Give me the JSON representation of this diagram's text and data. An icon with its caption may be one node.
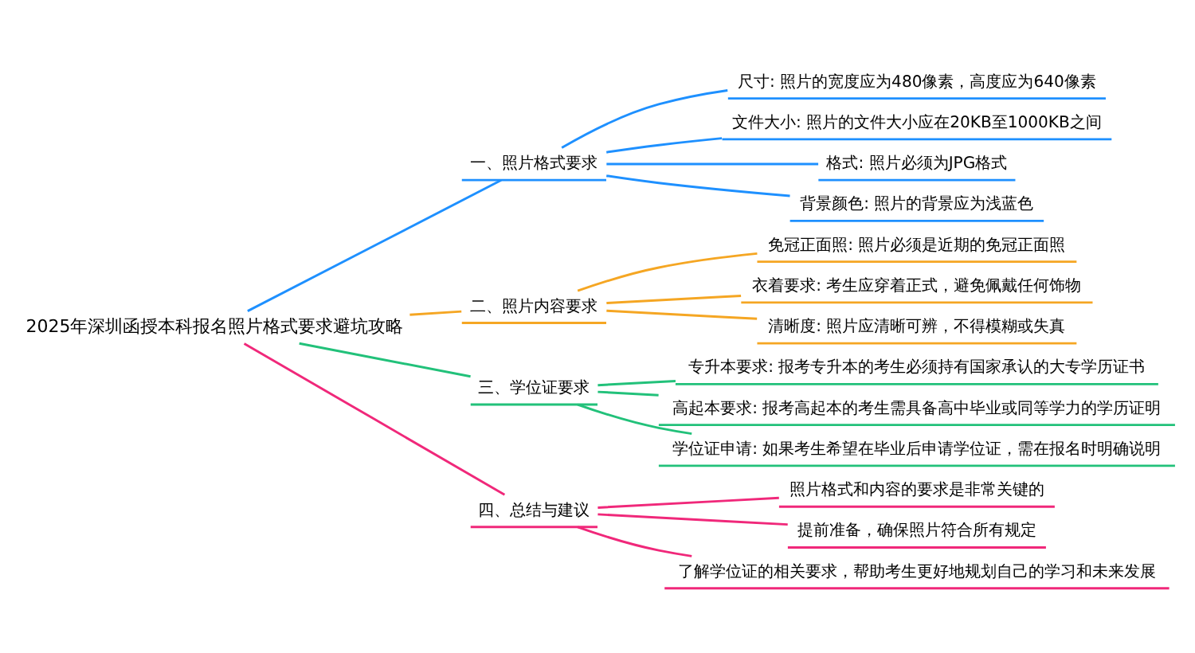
{
  "diagram": {
    "nodes": [
      {
        "text": [
          "2025年深圳函授本科报名照片格式要求避坑攻略"
        ]
      },
      {
        "text": [
          "一、照片格式要求"
        ]
      },
      {
        "text": [
          "尺寸: 照片的宽度应为480像素，高度应为640像素"
        ]
      },
      {
        "text": [
          "文件大小: 照片的文件大小应在20KB至1000KB之间"
        ]
      },
      {
        "text": [
          "格式: 照片必须为JPG格式"
        ]
      },
      {
        "text": [
          "背景颜色: 照片的背景应为浅蓝色"
        ]
      },
      {
        "text": [
          "二、照片内容要求"
        ]
      },
      {
        "text": [
          "免冠正面照: 照片必须是近期的免冠正面照"
        ]
      },
      {
        "text": [
          "衣着要求: 考生应穿着正式，避免佩戴任何饰物"
        ]
      },
      {
        "text": [
          "清晰度: 照片应清晰可辨，不得模糊或失真"
        ]
      },
      {
        "text": [
          "三、学位证要求"
        ]
      },
      {
        "text": [
          "专升本要求: 报考专升本的考生必须持有国家承认的大专学历证书"
        ]
      },
      {
        "text": [
          "高起本要求: 报考高起本的考生需具备高中毕业或同等学力的学历证明"
        ]
      },
      {
        "text": [
          "学位证申请: 如果考生希望在毕业后申请学位证，需在报名时明确说明"
        ]
      },
      {
        "text": [
          "四、总结与建议"
        ]
      },
      {
        "text": [
          "照片格式和内容的要求是非常关键的"
        ]
      },
      {
        "text": [
          "提前准备，确保照片符合所有规定"
        ]
      },
      {
        "text": [
          "了解学位证的相关要求，帮助考生更好地规划自己的学习和未来发展"
        ]
      }
    ],
    "edges": [
      {
        "from": 0,
        "to": 1,
        "arrow": "none",
        "color": "#1e90ff"
      },
      {
        "from": 1,
        "to": 2,
        "arrow": "none",
        "color": "#1e90ff"
      },
      {
        "from": 1,
        "to": 3,
        "arrow": "none",
        "color": "#1e90ff"
      },
      {
        "from": 1,
        "to": 4,
        "arrow": "none",
        "color": "#1e90ff"
      },
      {
        "from": 1,
        "to": 5,
        "arrow": "none",
        "color": "#1e90ff"
      },
      {
        "from": 0,
        "to": 6,
        "arrow": "none",
        "color": "#f5a623"
      },
      {
        "from": 6,
        "to": 7,
        "arrow": "none",
        "color": "#f5a623"
      },
      {
        "from": 6,
        "to": 8,
        "arrow": "none",
        "color": "#f5a623"
      },
      {
        "from": 6,
        "to": 9,
        "arrow": "none",
        "color": "#f5a623"
      },
      {
        "from": 0,
        "to": 10,
        "arrow": "none",
        "color": "#22c17a"
      },
      {
        "from": 10,
        "to": 11,
        "arrow": "none",
        "color": "#22c17a"
      },
      {
        "from": 10,
        "to": 12,
        "arrow": "none",
        "color": "#22c17a"
      },
      {
        "from": 10,
        "to": 13,
        "arrow": "none",
        "color": "#22c17a"
      },
      {
        "from": 0,
        "to": 14,
        "arrow": "none",
        "color": "#f0287a"
      },
      {
        "from": 14,
        "to": 15,
        "arrow": "none",
        "color": "#f0287a"
      },
      {
        "from": 14,
        "to": 16,
        "arrow": "none",
        "color": "#f0287a"
      },
      {
        "from": 14,
        "to": 17,
        "arrow": "none",
        "color": "#f0287a"
      }
    ]
  }
}
